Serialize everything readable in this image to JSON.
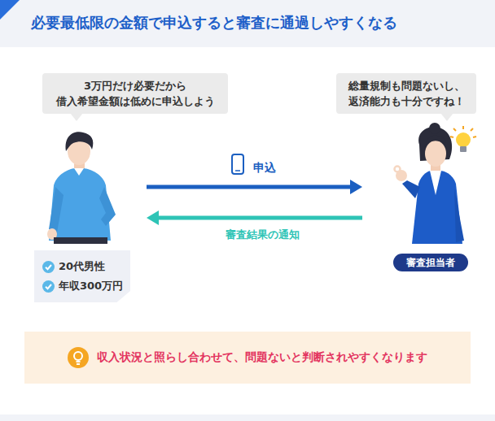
{
  "diagram": {
    "title": "必要最低限の金額で申込すると審査に通過しやすくなる",
    "nodes": [
      {
        "text": [
          "3万円だけ必要だから 借入希望金額は低めに申込しよう"
        ]
      },
      {
        "text": [
          "総量規制も問題ないし、 返済能力も十分ですね！"
        ]
      },
      {
        "text": [
          "20代男性",
          "年収300万円"
        ]
      },
      {
        "text": [
          "審査担当者"
        ]
      },
      {
        "text": [
          "収入状況と照らし合わせて、問題ないと判断されやすくなります"
        ]
      }
    ],
    "edges": [
      {
        "from": 2,
        "to": 3,
        "label": "申込",
        "arrow": "to"
      },
      {
        "from": 3,
        "to": 2,
        "label": "審査結果の通知",
        "arrow": "to"
      }
    ]
  }
}
